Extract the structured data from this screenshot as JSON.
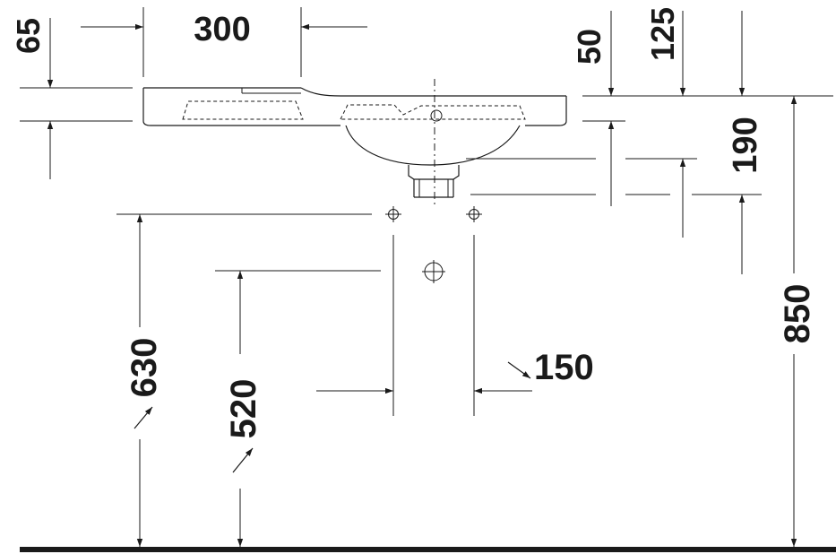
{
  "drawing": {
    "dimensions": {
      "d65": "65",
      "d300": "300",
      "d50": "50",
      "d125": "125",
      "d190": "190",
      "d850": "850",
      "d630": "630",
      "d520": "520",
      "d150": "150"
    },
    "colors": {
      "line": "#1a1a1a",
      "background": "#ffffff"
    }
  }
}
